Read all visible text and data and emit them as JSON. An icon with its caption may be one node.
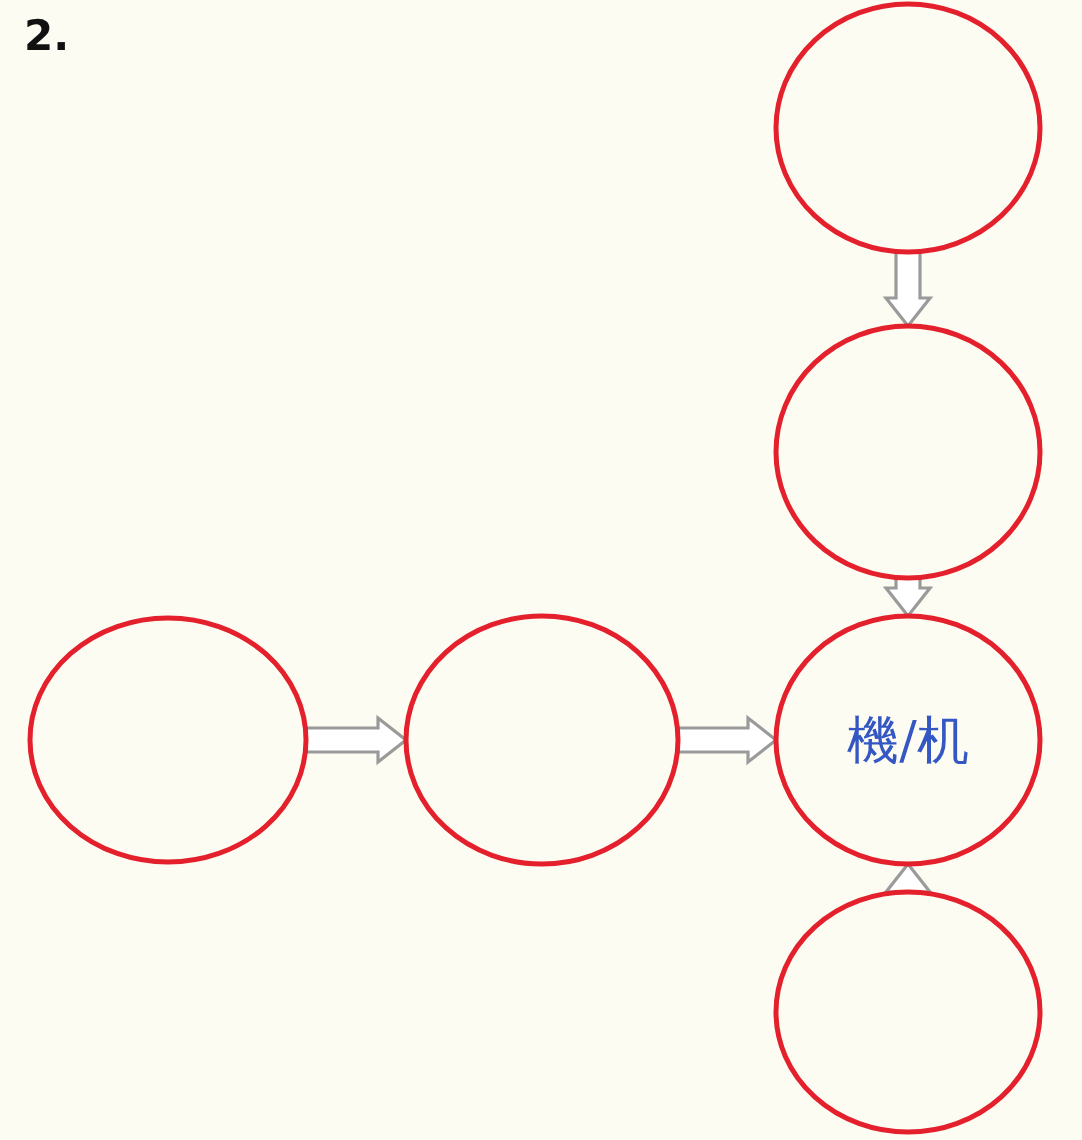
{
  "diagram": {
    "title": "2.",
    "nodes": [
      {
        "text": [],
        "shape": "circle"
      },
      {
        "text": [],
        "shape": "circle"
      },
      {
        "text": [],
        "shape": "circle"
      },
      {
        "text": [],
        "shape": "circle"
      },
      {
        "text": [
          "機/机"
        ]
      },
      {
        "text": [],
        "shape": "circle"
      }
    ],
    "edges": [
      {
        "from": 0,
        "to": 1,
        "arrow": "to"
      },
      {
        "from": 1,
        "to": 4,
        "arrow": "to"
      },
      {
        "from": 2,
        "to": 3,
        "arrow": "to"
      },
      {
        "from": 3,
        "to": 4,
        "arrow": "to"
      },
      {
        "from": 5,
        "to": 4,
        "arrow": "to"
      }
    ]
  }
}
